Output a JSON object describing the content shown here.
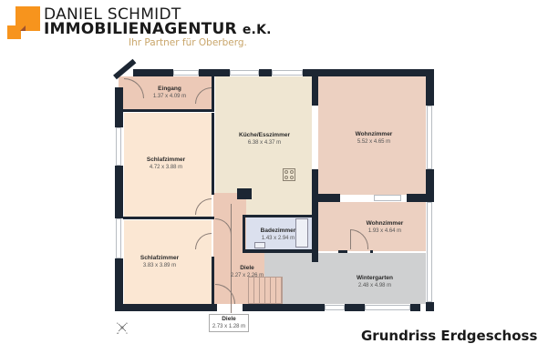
{
  "logo": {
    "line1": "DANIEL SCHMIDT",
    "line2": "IMMOBILIENAGENTUR",
    "line2_suffix": "e.K.",
    "tagline": "Ihr Partner für Oberberg.",
    "brand_color": "#f7941d",
    "tagline_color": "#c9a66b"
  },
  "floorplan": {
    "title": "Grundriss Erdgeschoss",
    "compass_icon": "compass-icon",
    "rooms": [
      {
        "name": "Eingang",
        "dimensions": "1.37 x 4.09 m",
        "color": "#ecc9b7"
      },
      {
        "name": "Küche/Esszimmer",
        "dimensions": "6.38 x 4.37 m",
        "color": "#efe6d2"
      },
      {
        "name": "Wohnzimmer",
        "dimensions": "5.52 x 4.65 m",
        "color": "#ecd0c1"
      },
      {
        "name": "Schlafzimmer",
        "dimensions": "4.72 x 3.88 m",
        "color": "#fbe7d3"
      },
      {
        "name": "Schlafzimmer",
        "dimensions": "3.83 x 3.89 m",
        "color": "#fbe7d3"
      },
      {
        "name": "Badezimmer",
        "dimensions": "1.43 x 2.94 m",
        "color": "#dbe0ee"
      },
      {
        "name": "Wohnzimmer",
        "dimensions": "1.93 x 4.64 m",
        "color": "#ecd0c1"
      },
      {
        "name": "Diele",
        "dimensions": "2.27 x 2.26 m",
        "color": "#ecc9b7"
      },
      {
        "name": "Wintergarten",
        "dimensions": "2.48 x 4.98 m",
        "color": "#cfd0d1"
      },
      {
        "name": "Diele",
        "dimensions": "2.73 x 1.28 m",
        "color": "#ecc9b7"
      }
    ],
    "wall_color": "#1c2633"
  }
}
